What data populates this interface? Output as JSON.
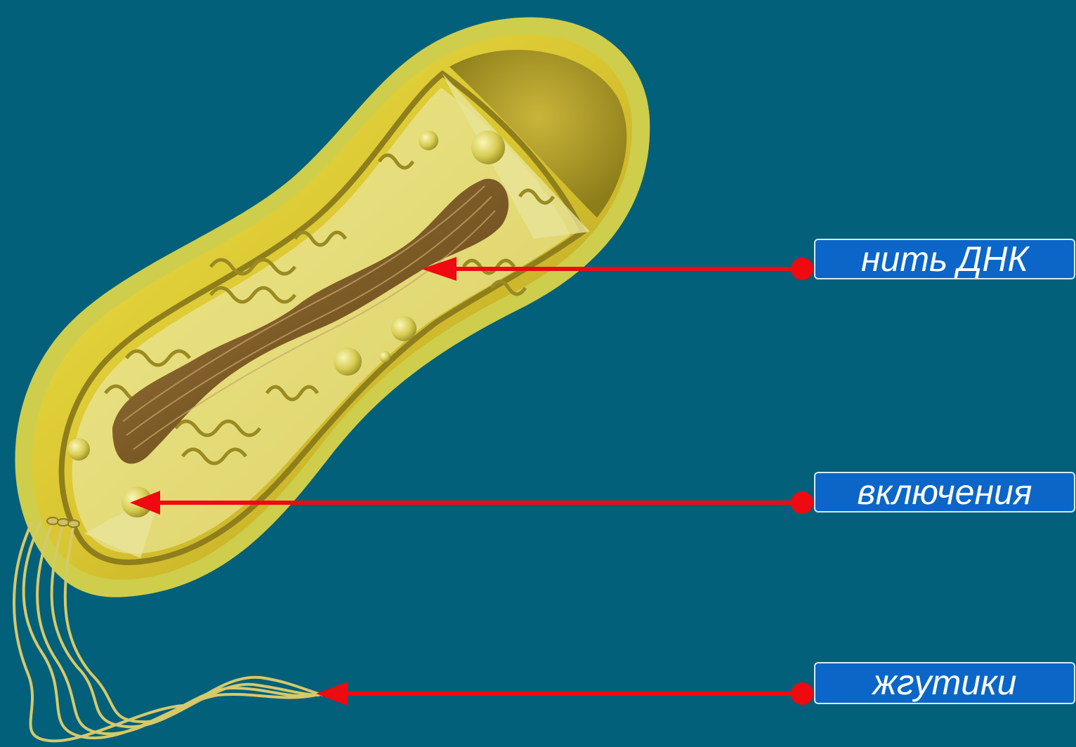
{
  "labels": [
    {
      "id": "dna",
      "text": "нить ДНК"
    },
    {
      "id": "inclusions",
      "text": "включения"
    },
    {
      "id": "flagella",
      "text": "жгутики"
    }
  ],
  "colors": {
    "background": "#03607a",
    "label_fill": "#0b66c8",
    "label_border": "#d7e9f3",
    "pointer": "#ee0a10",
    "cell_body": "#d8c22a",
    "cell_interior": "#e6df7a",
    "dna": "#8a6a2c",
    "flagella": "#d6c96a"
  },
  "icons": {
    "pointer_start": "dot",
    "pointer_end": "arrowhead"
  }
}
